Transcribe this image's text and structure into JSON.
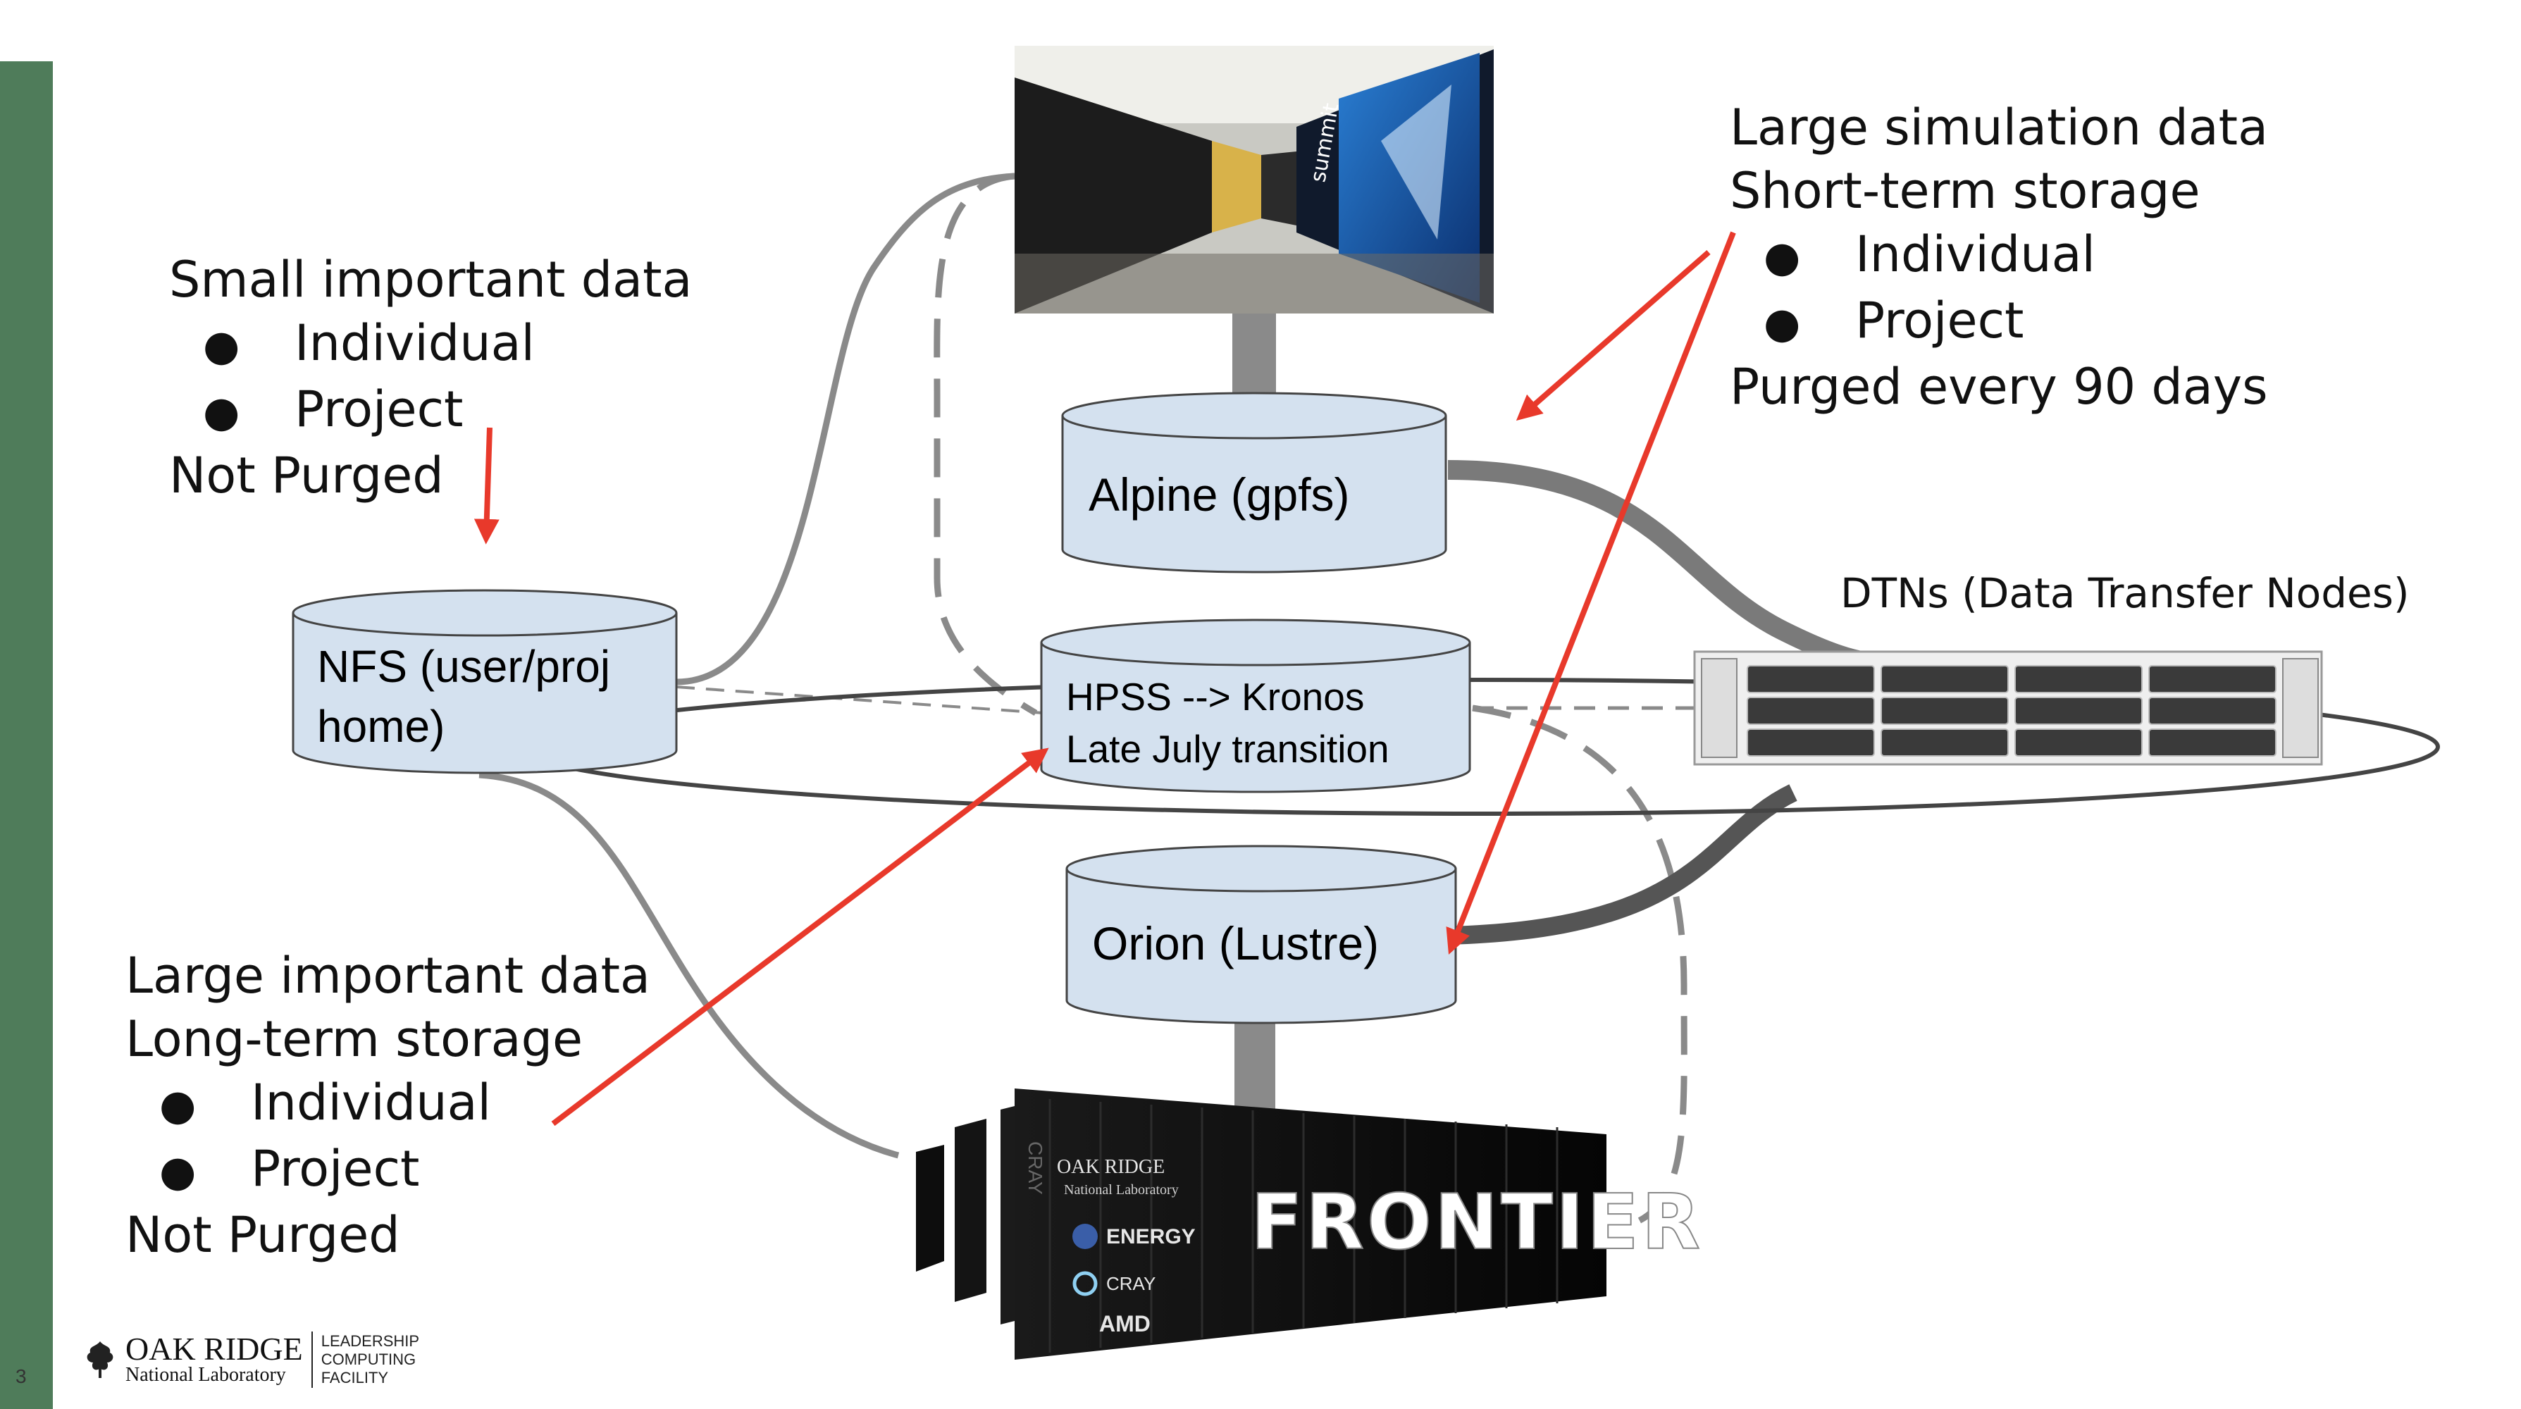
{
  "page_number": "3",
  "storage": {
    "alpine": "Alpine (gpfs)",
    "hpss_line1": "HPSS --> Kronos",
    "hpss_line2": "Late July transition",
    "nfs_line1": "NFS (user/proj",
    "nfs_line2": "home)",
    "orion": "Orion (Lustre)"
  },
  "dtn_label": "DTNs (Data Transfer Nodes)",
  "small_data": {
    "title": "Small important data",
    "items": [
      "Individual",
      "Project"
    ],
    "footer": "Not Purged"
  },
  "large_sim": {
    "line1": "Large simulation data",
    "line2": "Short-term storage",
    "items": [
      "Individual",
      "Project"
    ],
    "footer": "Purged every 90 days"
  },
  "large_important": {
    "line1": "Large important data",
    "line2": "Long-term storage",
    "items": [
      "Individual",
      "Project"
    ],
    "footer": "Not Purged"
  },
  "bullet": "●",
  "summit_brand": "summit",
  "frontier": {
    "name": "FRONTIER",
    "side_brand": "CRAY",
    "partners": [
      "OAK RIDGE",
      "National Laboratory",
      "ENERGY",
      "CRAY",
      "AMD"
    ]
  },
  "logo": {
    "name": "OAK RIDGE",
    "sub": "National Laboratory",
    "facility": [
      "LEADERSHIP",
      "COMPUTING",
      "FACILITY"
    ]
  },
  "colors": {
    "sidebar": "#4f7c5a",
    "cylinder_fill": "#d4e1ef",
    "arrow": "#e8392b",
    "connector": "#8a8a8a"
  }
}
